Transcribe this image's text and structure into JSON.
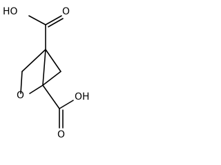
{
  "molecule": {
    "atoms": {
      "top_oh": "HO",
      "top_carbonyl_o": "O",
      "ring_o": "O",
      "bottom_carbonyl_o": "O",
      "bottom_oh": "OH"
    }
  }
}
